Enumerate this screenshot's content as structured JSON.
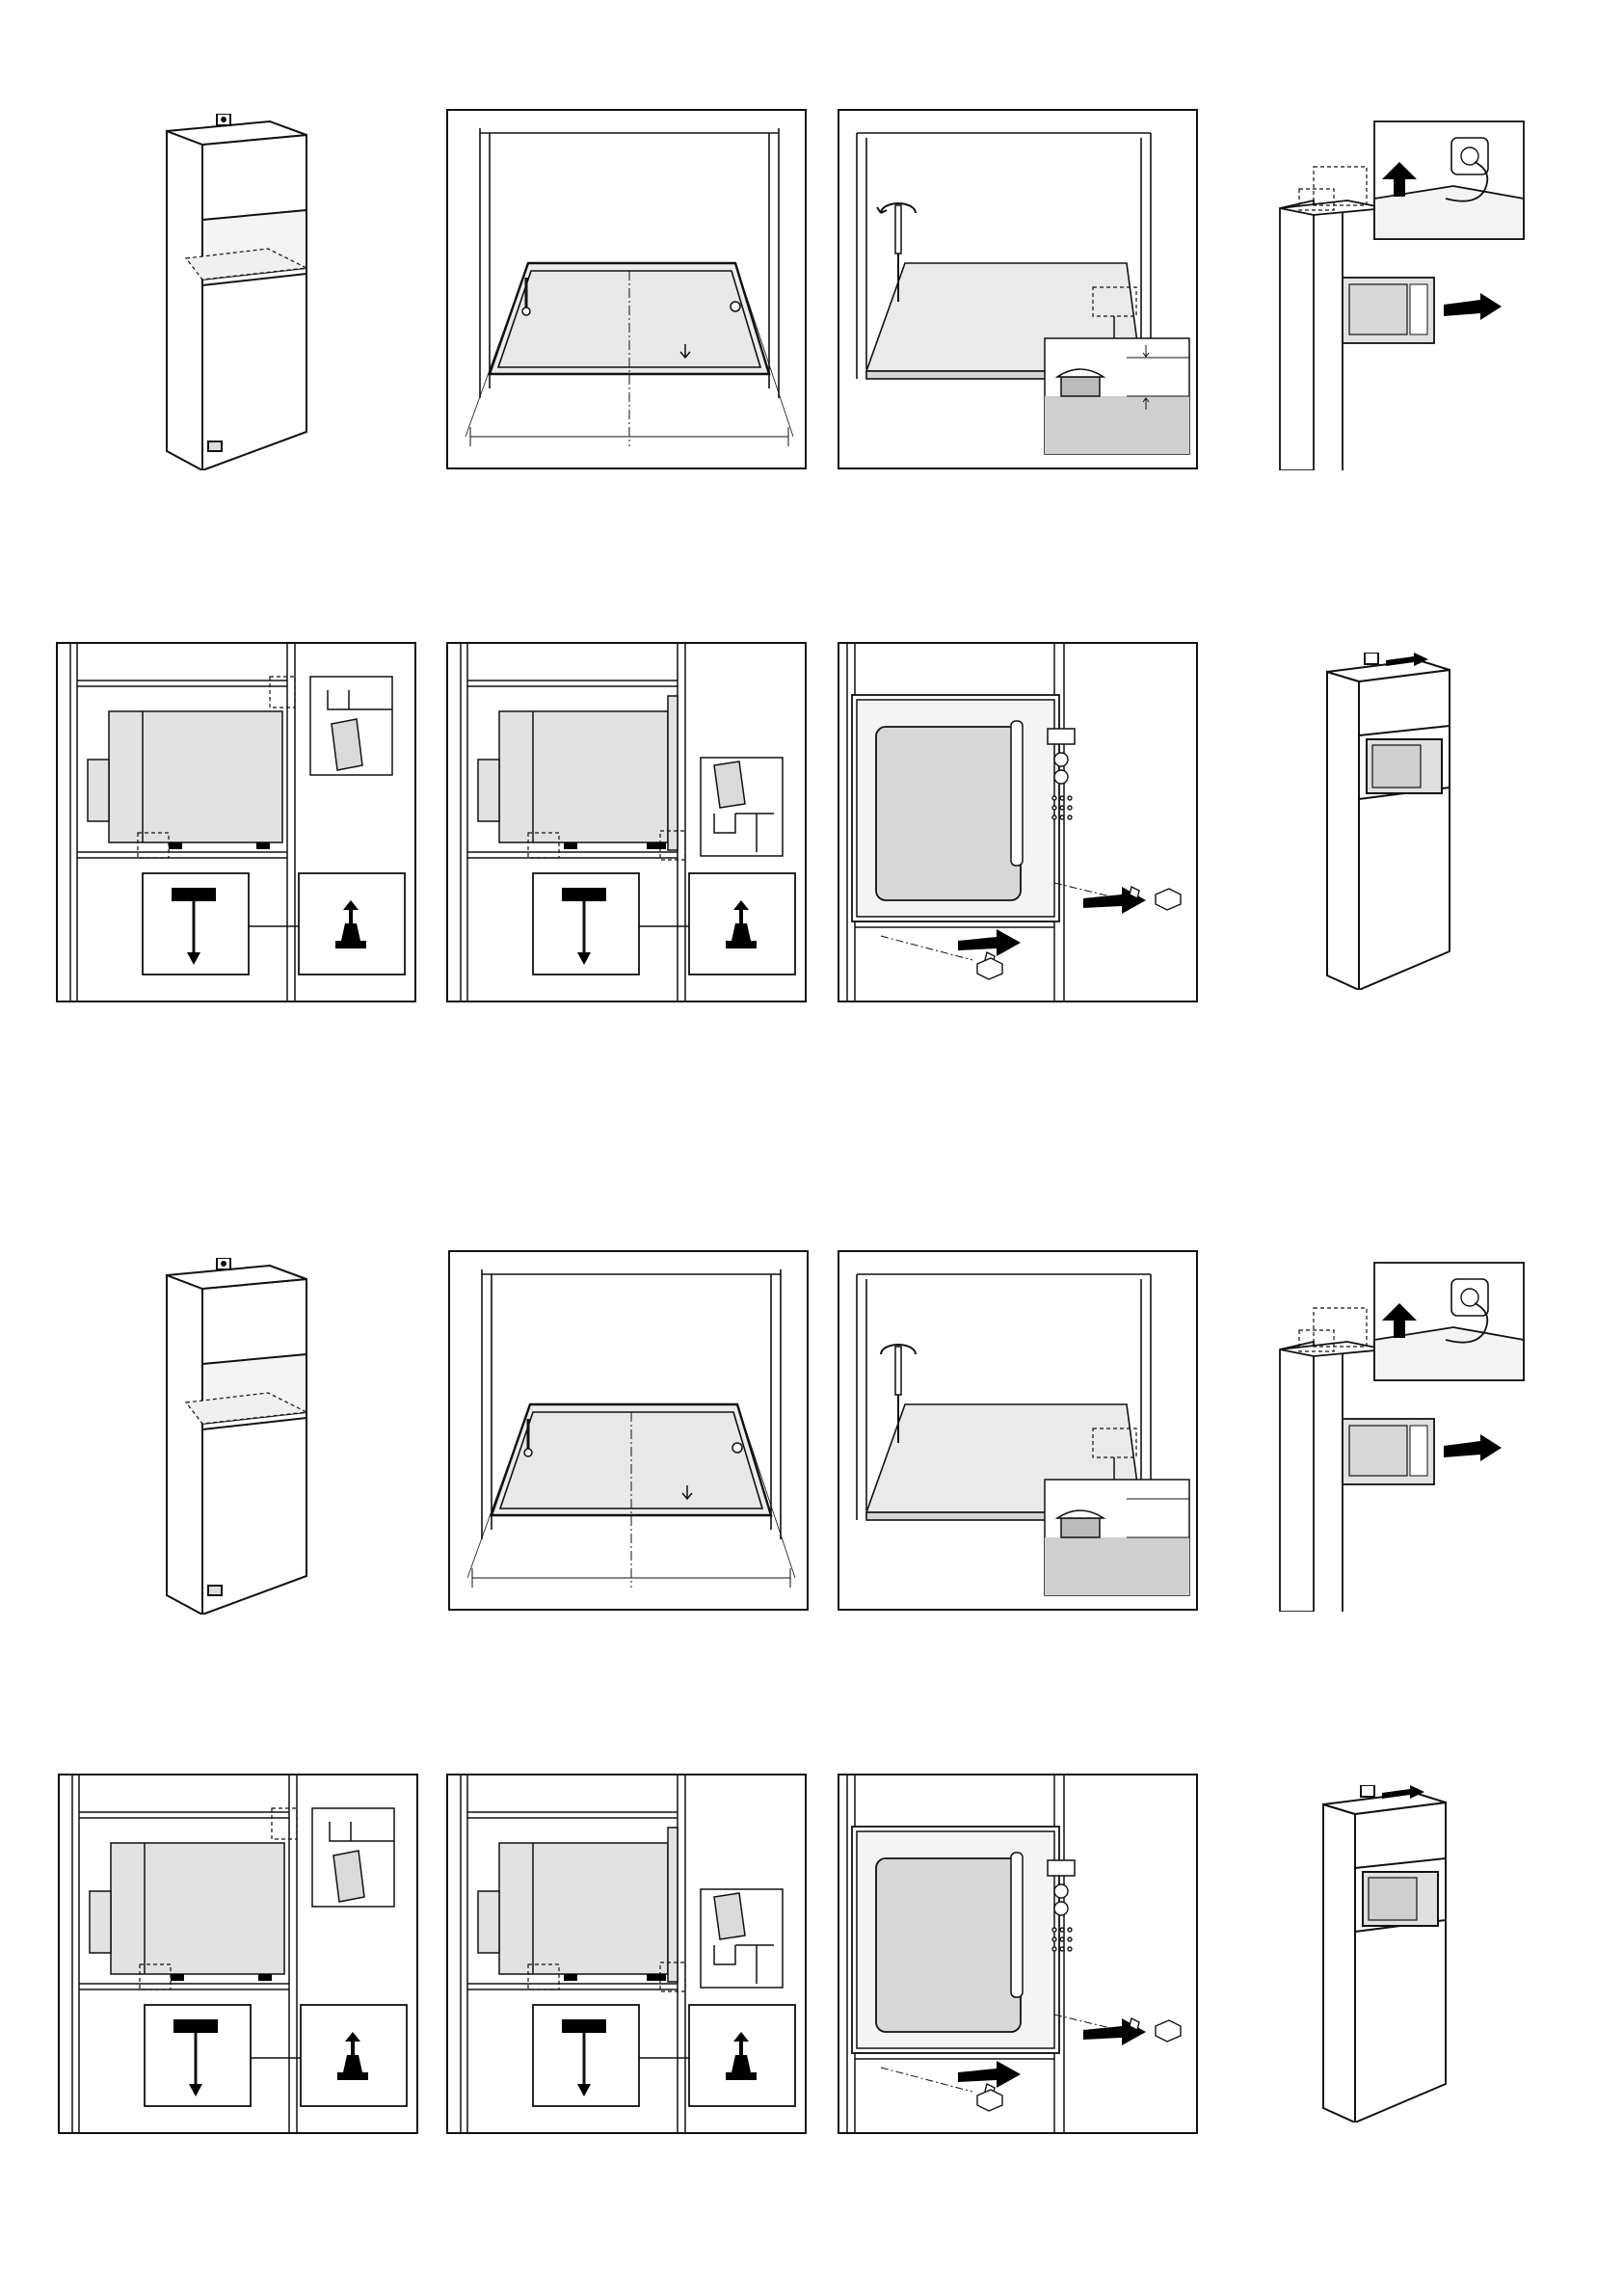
{
  "document": {
    "kind": "installation instruction illustrations",
    "printed_text": []
  },
  "sheets": [
    {
      "name": "upper-sheet",
      "rows": [
        {
          "name": "row-1",
          "panels": [
            "cabinet-isometric",
            "cavity-base-plate",
            "levelling-screws",
            "power-connection"
          ]
        },
        {
          "name": "row-2",
          "panels": [
            "insert-hook-left",
            "insert-hook-right",
            "fix-trim-screws",
            "cabinet-installed"
          ]
        }
      ]
    },
    {
      "name": "lower-sheet",
      "rows": [
        {
          "name": "row-3",
          "panels": [
            "cabinet-isometric",
            "cavity-base-plate",
            "levelling-screws",
            "power-connection"
          ]
        },
        {
          "name": "row-4",
          "panels": [
            "insert-hook-left",
            "insert-hook-right",
            "fix-trim-screws",
            "cabinet-installed"
          ]
        }
      ]
    }
  ],
  "colors": {
    "line": "#111111",
    "fill": "#e6e6e6",
    "fill_dark": "#cfcfcf",
    "solid": "#000000",
    "paper": "#ffffff"
  },
  "icons": [
    "arrow-icon",
    "screw-icon",
    "screwdriver-icon",
    "plug-icon",
    "socket-icon",
    "magnifier-callout-icon"
  ]
}
